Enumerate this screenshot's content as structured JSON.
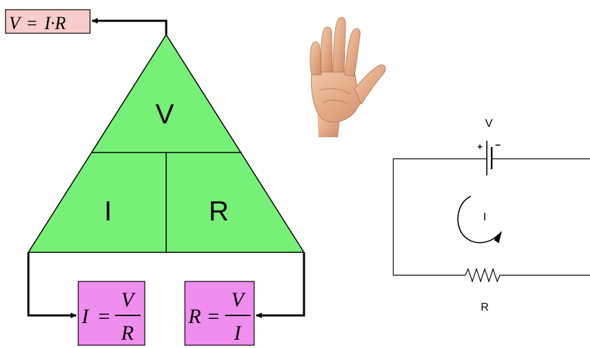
{
  "triangle": {
    "top_label": "V",
    "left_label": "I",
    "right_label": "R",
    "fill_color": "#77f077"
  },
  "formulas": {
    "top": {
      "lhs": "V",
      "eq": "=",
      "rhs": "I·R",
      "fill_color": "#f9cccc"
    },
    "left": {
      "lhs": "I",
      "eq": "=",
      "num": "V",
      "den": "R",
      "fill_color": "#f08ef0"
    },
    "right": {
      "lhs": "R",
      "eq": "=",
      "num": "V",
      "den": "I",
      "fill_color": "#f08ef0"
    }
  },
  "hand_icon": "hand-palm-icon",
  "circuit": {
    "source_label": "V",
    "current_label": "I",
    "resistor_label": "R",
    "plus_sign": "+",
    "minus_sign": "−"
  }
}
